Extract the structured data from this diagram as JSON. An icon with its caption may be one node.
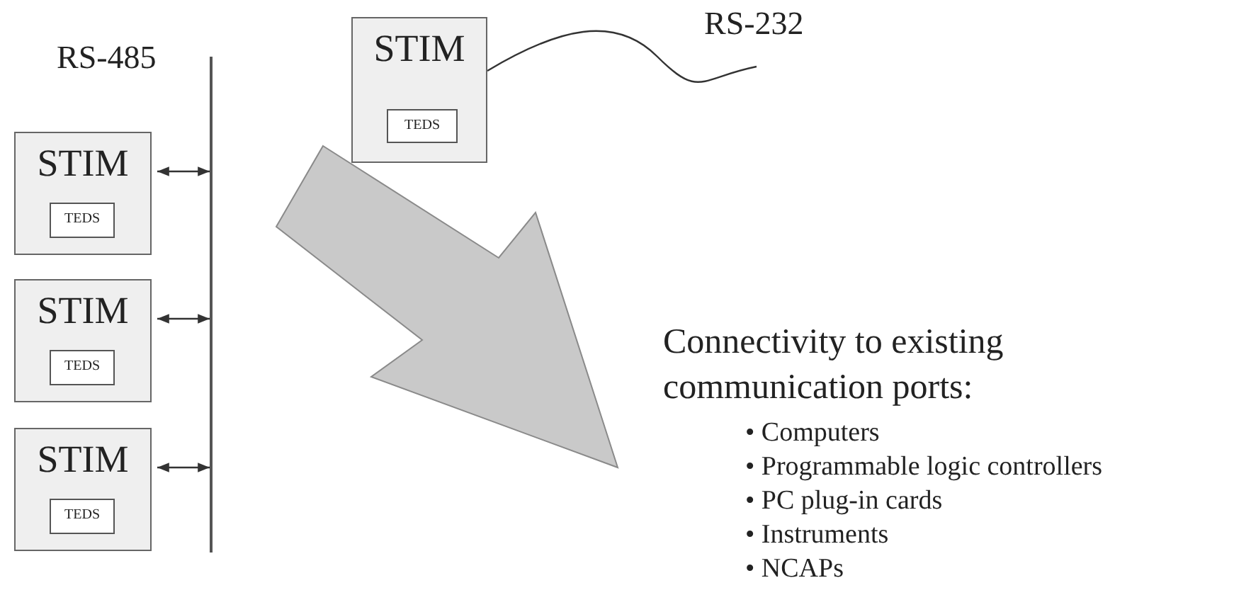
{
  "diagram": {
    "nodes": [
      {
        "text": [
          "STIM"
        ]
      },
      {
        "text": [
          "TEDS"
        ],
        "in": 0
      },
      {
        "text": [
          "STIM"
        ]
      },
      {
        "text": [
          "TEDS"
        ],
        "in": 2
      },
      {
        "text": [
          "STIM"
        ]
      },
      {
        "text": [
          "TEDS"
        ],
        "in": 4
      },
      {
        "text": [],
        "shape": "bar",
        "beside": [
          "RS-485"
        ]
      },
      {
        "text": [
          "STIM"
        ]
      },
      {
        "text": [
          "TEDS"
        ],
        "in": 7
      }
    ],
    "edges": [
      {
        "from": 0,
        "to": 6,
        "arrow": "both"
      },
      {
        "from": 2,
        "to": 6,
        "arrow": "both"
      },
      {
        "from": 4,
        "to": 6,
        "arrow": "both"
      },
      {
        "from": 7,
        "to": null,
        "arrow": "none",
        "label": "RS-232"
      }
    ],
    "labels": [
      "Connectivity to existing communication ports:",
      "• Computers",
      "• Programmable logic controllers",
      "• PC plug-in cards",
      "• Instruments",
      "• NCAPs"
    ]
  }
}
